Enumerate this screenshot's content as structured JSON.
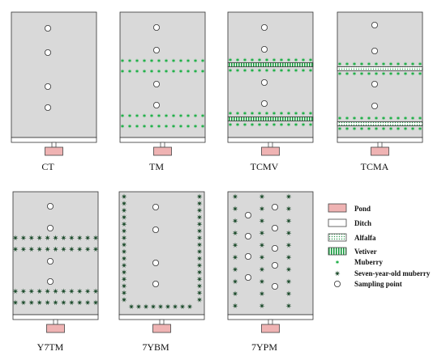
{
  "plots": [
    {
      "name": "CT",
      "rows": [],
      "points": [
        [
          0,
          -1
        ],
        [
          0,
          -1
        ],
        [
          0,
          -1
        ],
        [
          0,
          -1
        ]
      ]
    },
    {
      "name": "TM",
      "rows": [
        "mulberry",
        "mulberry",
        "mulberry",
        "mulberry"
      ],
      "points": [
        [
          0,
          -1
        ],
        [
          0,
          -1
        ],
        [
          0,
          -1
        ],
        [
          0,
          -1
        ]
      ]
    },
    {
      "name": "TCMV",
      "rows": [
        "mulberry",
        "vetiver",
        "mulberry",
        "mulberry",
        "vetiver",
        "mulberry"
      ],
      "points": [
        [
          0,
          -1
        ],
        [
          0,
          -1
        ],
        [
          0,
          -1
        ],
        [
          0,
          -1
        ]
      ]
    },
    {
      "name": "TCMA",
      "rows": [
        "mulberry",
        "alfalfa",
        "mulberry",
        "alfalfa",
        "mulberry"
      ],
      "points": [
        [
          0,
          -1
        ],
        [
          0,
          -1
        ],
        [
          0,
          -1
        ],
        [
          0,
          -1
        ]
      ]
    },
    {
      "name": "Y7TM",
      "rows": [
        "old",
        "old",
        "old",
        "old"
      ],
      "points": [
        [
          0,
          -1
        ],
        [
          0,
          -1
        ],
        [
          0,
          -1
        ],
        [
          0,
          -1
        ]
      ]
    },
    {
      "name": "7YBM",
      "rows": [],
      "points": [
        [
          0,
          -1
        ],
        [
          0,
          -1
        ],
        [
          0,
          -1
        ],
        [
          0,
          -1
        ]
      ]
    },
    {
      "name": "7YPM",
      "rows": [],
      "points": []
    }
  ],
  "legend": [
    {
      "key": "pond",
      "label": "Pond"
    },
    {
      "key": "ditch",
      "label": "Ditch"
    },
    {
      "key": "alfalfa",
      "label": "Alfalfa"
    },
    {
      "key": "vetiver",
      "label": "Vetiver"
    },
    {
      "key": "mulberry",
      "label": "Muberry"
    },
    {
      "key": "old",
      "label": "Seven-year-old muberry"
    },
    {
      "key": "point",
      "label": "Sampling point"
    }
  ],
  "colors": {
    "plot_fill": "#d9d9d9",
    "pond_fill": "#efb3b3",
    "mulberry": "#22b04a",
    "old_mulberry": "#1f4d2e",
    "vetiver": "#159a3c",
    "alfalfa": "#a9d9b7"
  }
}
